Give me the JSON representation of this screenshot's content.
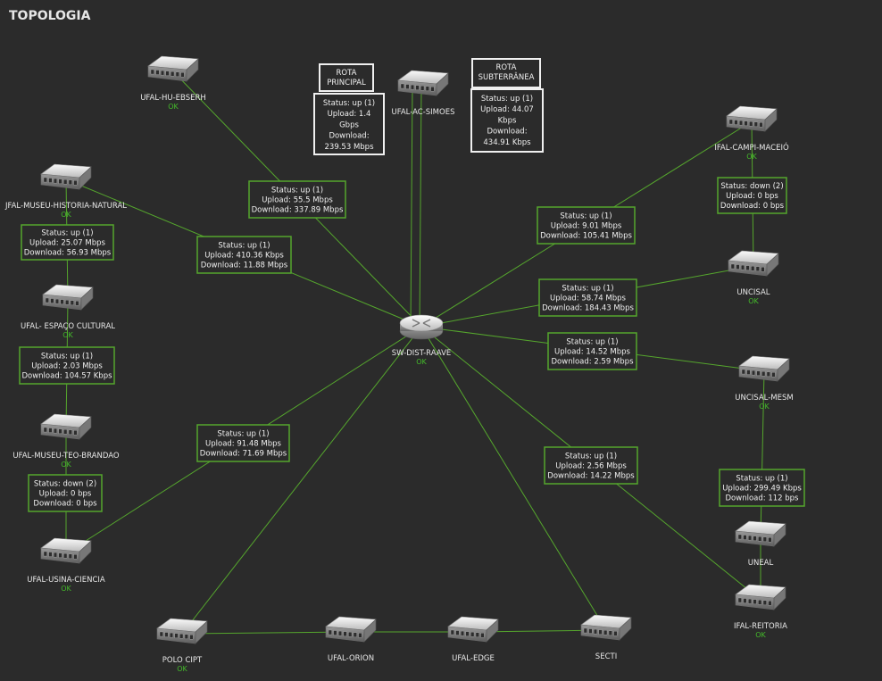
{
  "title": "TOPOLOGIA",
  "colors": {
    "background": "#2b2b2b",
    "link": "#55a62d",
    "ok": "#44bb2a",
    "text": "#e8e8e8"
  },
  "nodes": [
    {
      "id": "hub",
      "type": "router",
      "label": "SW-DIST-RAAVE",
      "status": "OK"
    },
    {
      "id": "huebserh",
      "type": "switch",
      "label": "UFAL-HU-EBSERH",
      "status": "OK"
    },
    {
      "id": "acsimoes",
      "type": "switch",
      "label": "UFAL-AC-SIMOES",
      "status": ""
    },
    {
      "id": "ifalcampi",
      "type": "switch",
      "label": "IFAL-CAMPI-MACEIÓ",
      "status": "OK"
    },
    {
      "id": "museuhist",
      "type": "switch",
      "label": "JFAL-MUSEU-HISTORIA-NATURAL",
      "status": "OK"
    },
    {
      "id": "espaco",
      "type": "switch",
      "label": "UFAL- ESPAÇO CULTURAL",
      "status": "OK"
    },
    {
      "id": "museuteo",
      "type": "switch",
      "label": "UFAL-MUSEU-TEO-BRANDAO",
      "status": "OK"
    },
    {
      "id": "usina",
      "type": "switch",
      "label": "UFAL-USINA-CIENCIA",
      "status": "OK"
    },
    {
      "id": "uncisal",
      "type": "switch",
      "label": "UNCISAL",
      "status": "OK"
    },
    {
      "id": "uncisalmesm",
      "type": "switch",
      "label": "UNCISAL-MESM",
      "status": "OK"
    },
    {
      "id": "uneal",
      "type": "switch",
      "label": "UNEAL",
      "status": ""
    },
    {
      "id": "ifalreitoria",
      "type": "switch",
      "label": "IFAL-REITORIA",
      "status": "OK"
    },
    {
      "id": "polocipt",
      "type": "switch",
      "label": "POLO CIPT",
      "status": "OK"
    },
    {
      "id": "ufalorion",
      "type": "switch",
      "label": "UFAL-ORION",
      "status": ""
    },
    {
      "id": "ufaledge",
      "type": "switch",
      "label": "UFAL-EDGE",
      "status": ""
    },
    {
      "id": "secti",
      "type": "switch",
      "label": "SECTI",
      "status": ""
    }
  ],
  "links": [
    {
      "id": "l_huebserh",
      "from": "huebserh",
      "to": "hub",
      "lines": [
        "Status: up (1)",
        "Upload: 55.5 Mbps",
        "Download: 337.89 Mbps"
      ]
    },
    {
      "id": "l_museuhist",
      "from": "museuhist",
      "to": "hub",
      "lines": [
        "Status: up (1)",
        "Upload: 410.36 Kbps",
        "Download: 11.88 Mbps"
      ]
    },
    {
      "id": "l_ifalcampi",
      "from": "ifalcampi",
      "to": "hub",
      "lines": [
        "Status: up (1)",
        "Upload: 9.01 Mbps",
        "Download: 105.41 Mbps"
      ]
    },
    {
      "id": "l_uncisal",
      "from": "uncisal",
      "to": "hub",
      "lines": [
        "Status: up (1)",
        "Upload: 58.74 Mbps",
        "Download: 184.43 Mbps"
      ]
    },
    {
      "id": "l_uncisalmesm",
      "from": "uncisalmesm",
      "to": "hub",
      "lines": [
        "Status: up (1)",
        "Upload: 14.52 Mbps",
        "Download: 2.59 Mbps"
      ]
    },
    {
      "id": "l_usina",
      "from": "usina",
      "to": "hub",
      "lines": [
        "Status: up (1)",
        "Upload: 91.48 Mbps",
        "Download: 71.69 Mbps"
      ]
    },
    {
      "id": "l_ifalreitoria",
      "from": "ifalreitoria",
      "to": "hub",
      "lines": [
        "Status: up (1)",
        "Upload: 2.56 Mbps",
        "Download: 14.22 Mbps"
      ]
    },
    {
      "id": "l_museu_espaco",
      "from": "museuhist",
      "to": "espaco",
      "lines": [
        "Status: up (1)",
        "Upload: 25.07 Mbps",
        "Download: 56.93 Mbps"
      ]
    },
    {
      "id": "l_espaco_teo",
      "from": "espaco",
      "to": "museuteo",
      "lines": [
        "Status: up (1)",
        "Upload: 2.03 Mbps",
        "Download: 104.57 Kbps"
      ]
    },
    {
      "id": "l_teo_usina",
      "from": "museuteo",
      "to": "usina",
      "lines": [
        "Status: down (2)",
        "Upload: 0 bps",
        "Download: 0 bps"
      ]
    },
    {
      "id": "l_campi_uncisal",
      "from": "ifalcampi",
      "to": "uncisal",
      "lines": [
        "Status: down (2)",
        "Upload: 0 bps",
        "Download: 0 bps"
      ]
    },
    {
      "id": "l_mesm_uneal",
      "from": "uncisalmesm",
      "to": "uneal",
      "lines": [
        "Status: up (1)",
        "Upload: 299.49 Kbps",
        "Download: 112 bps"
      ]
    },
    {
      "id": "l_acsimoes_a",
      "from": "acsimoes",
      "to": "hub",
      "lines": []
    },
    {
      "id": "l_acsimoes_b",
      "from": "acsimoes",
      "to": "hub",
      "lines": []
    },
    {
      "id": "l_uneal_reitoria",
      "from": "uneal",
      "to": "ifalreitoria",
      "lines": []
    },
    {
      "id": "l_hub_polo",
      "from": "hub",
      "to": "polocipt",
      "lines": []
    },
    {
      "id": "l_hub_secti",
      "from": "hub",
      "to": "secti",
      "lines": []
    },
    {
      "id": "l_polo_orion",
      "from": "polocipt",
      "to": "ufalorion",
      "lines": []
    },
    {
      "id": "l_orion_edge",
      "from": "ufalorion",
      "to": "ufaledge",
      "lines": []
    },
    {
      "id": "l_edge_secti",
      "from": "ufaledge",
      "to": "secti",
      "lines": []
    }
  ],
  "routes": [
    {
      "id": "principal",
      "title": [
        "ROTA",
        "PRINCIPAL"
      ],
      "lines": [
        "Status: up (1)",
        "Upload: 1.4",
        "Gbps",
        "Download:",
        "239.53 Mbps"
      ]
    },
    {
      "id": "subterranea",
      "title": [
        "ROTA",
        "SUBTERRÂNEA"
      ],
      "lines": [
        "Status: up (1)",
        "Upload: 44.07",
        "Kbps",
        "Download:",
        "434.91 Kbps"
      ]
    }
  ]
}
